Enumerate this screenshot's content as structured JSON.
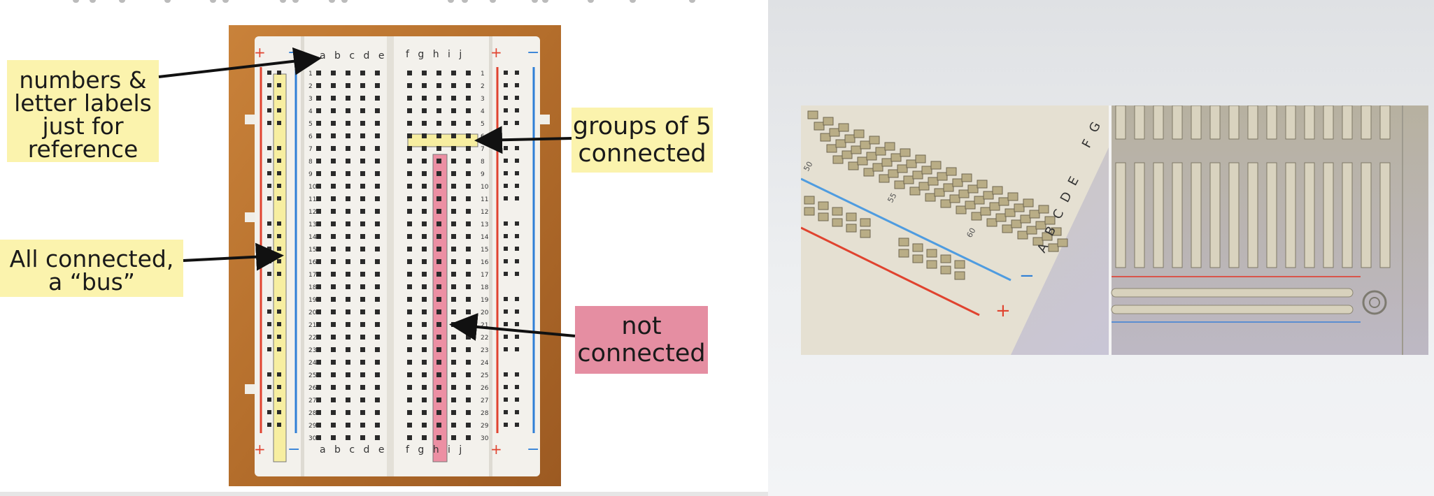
{
  "callouts": {
    "labels": [
      "numbers &",
      "letter labels",
      "just for",
      "reference"
    ],
    "bus": [
      "All connected,",
      "a “bus”"
    ],
    "groups": [
      "groups of 5",
      "connected"
    ],
    "not_connected": [
      "not",
      "connected"
    ]
  },
  "board": {
    "columns_left": "a b c d e",
    "columns_right": "f g h i j",
    "rows": [
      "1",
      "2",
      "3",
      "4",
      "5",
      "6",
      "7",
      "8",
      "9",
      "10",
      "11",
      "12",
      "13",
      "14",
      "15",
      "16",
      "17",
      "18",
      "19",
      "20",
      "21",
      "22",
      "23",
      "24",
      "25",
      "26",
      "27",
      "28",
      "29",
      "30"
    ],
    "plus": "+",
    "minus": "−"
  },
  "closeup": {
    "row_labels": [
      "50",
      "55",
      "60"
    ],
    "letters": [
      "A",
      "B",
      "C",
      "D",
      "E"
    ],
    "letters_top": [
      "F",
      "G"
    ],
    "plus": "+",
    "minus": "−"
  },
  "colors": {
    "highlight_yellow": "#fbf3ad",
    "highlight_pink": "#e58ea2",
    "rail_red": "#e0432f",
    "rail_blue": "#2f7fd6",
    "wood": "#b8742e"
  }
}
